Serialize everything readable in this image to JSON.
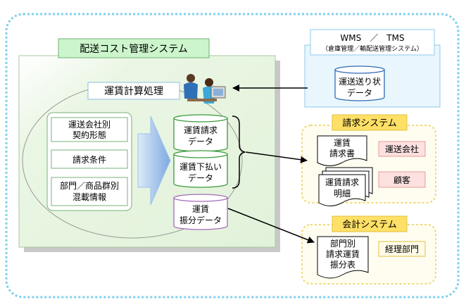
{
  "system": {
    "title": "配送コスト管理システム",
    "process_label": "運賃計算処理",
    "inputs": [
      {
        "lines": [
          "運送会社別",
          "契約形態"
        ]
      },
      {
        "lines": [
          "請求条件"
        ]
      },
      {
        "lines": [
          "部門／商品群別",
          "混載情報"
        ]
      }
    ],
    "data_stores": [
      {
        "lines": [
          "運賃請求",
          "データ"
        ]
      },
      {
        "lines": [
          "運賃下払い",
          "データ"
        ]
      },
      {
        "lines": [
          "運賃",
          "振分データ"
        ]
      }
    ]
  },
  "wms": {
    "title": "WMS　／　TMS",
    "subtitle": "（倉庫管理／輸配送管理システム）",
    "store": {
      "lines": [
        "運送送り状",
        "データ"
      ]
    }
  },
  "billing": {
    "title": "請求システム",
    "documents": [
      {
        "lines": [
          "運賃",
          "請求書"
        ]
      },
      {
        "lines": [
          "運賃請求",
          "明細"
        ]
      }
    ],
    "recipients": [
      "運送会社",
      "顧客"
    ]
  },
  "accounting": {
    "title": "会計システム",
    "document": {
      "lines": [
        "部門別",
        "請求運賃",
        "振分表"
      ]
    },
    "recipient": "経理部門"
  },
  "colors": {
    "outer_border": "#7fd0ec",
    "system_bg": "#eef8e8",
    "system_border": "#a8c8a0",
    "title_bg": "#ccf5cc",
    "wms_bg": "#eaf6fd",
    "wms_border": "#8fc8ee",
    "cyl_blue": "#2e6ab5",
    "cyl_green": "#3a9a3a",
    "cyl_purple": "#a56ab8",
    "billing_border": "#f0d878",
    "billing_title_bg": "#ffe066",
    "recipient_bg": "#fde0e0",
    "recipient_border": "#e59a9a",
    "arrow_fill": "#9fc4ea"
  }
}
